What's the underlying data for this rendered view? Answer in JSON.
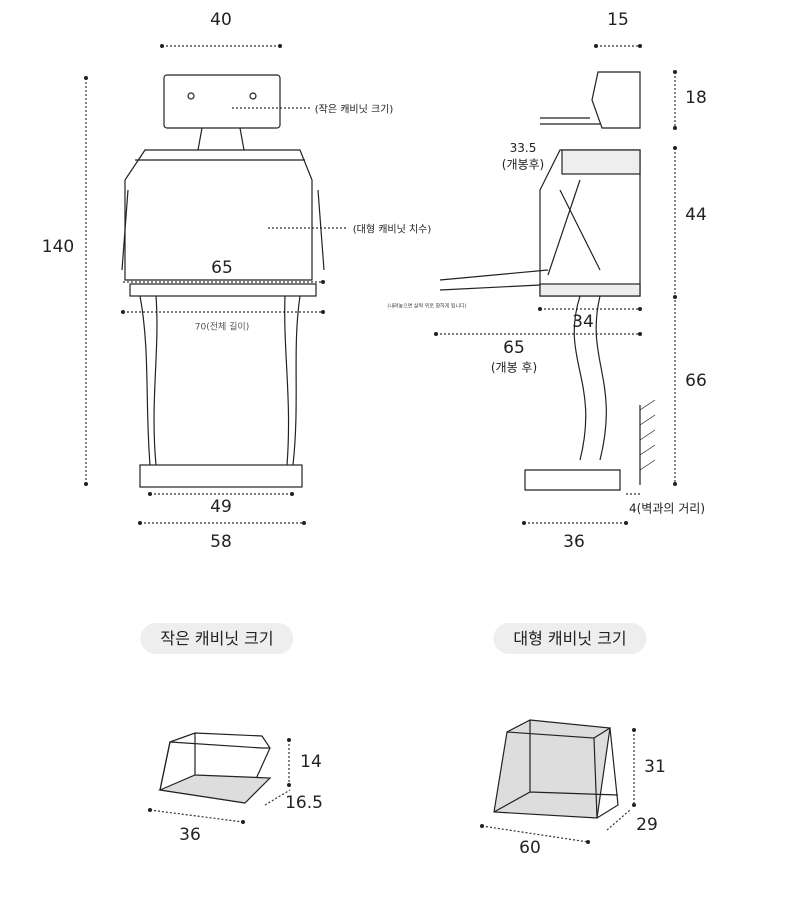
{
  "front": {
    "top_width": "40",
    "height": "140",
    "cabinet_width": "65",
    "total_length": "70(전체 길이)",
    "base_inner": "49",
    "base_outer": "58",
    "small_label": "(작은 캐비닛 크기)",
    "large_label": "(대형 캐비닛 치수)"
  },
  "side": {
    "top_depth": "15",
    "small_h": "18",
    "open_len": "33.5",
    "open_len_note": "(개봉후)",
    "large_h": "44",
    "tilt_note": "(내려놓으면 살짝 위로 향하게 됩니다)",
    "depth": "34",
    "open_total": "65",
    "open_total_note": "(개봉 후)",
    "leg_h": "66",
    "wall_gap": "4(벽과의 거리)",
    "base_depth": "36"
  },
  "small_cabinet": {
    "title": "작은 캐비닛 크기",
    "height": "14",
    "depth": "16.5",
    "width": "36"
  },
  "large_cabinet": {
    "title": "대형 캐비닛 크기",
    "height": "31",
    "depth": "29",
    "width": "60"
  }
}
